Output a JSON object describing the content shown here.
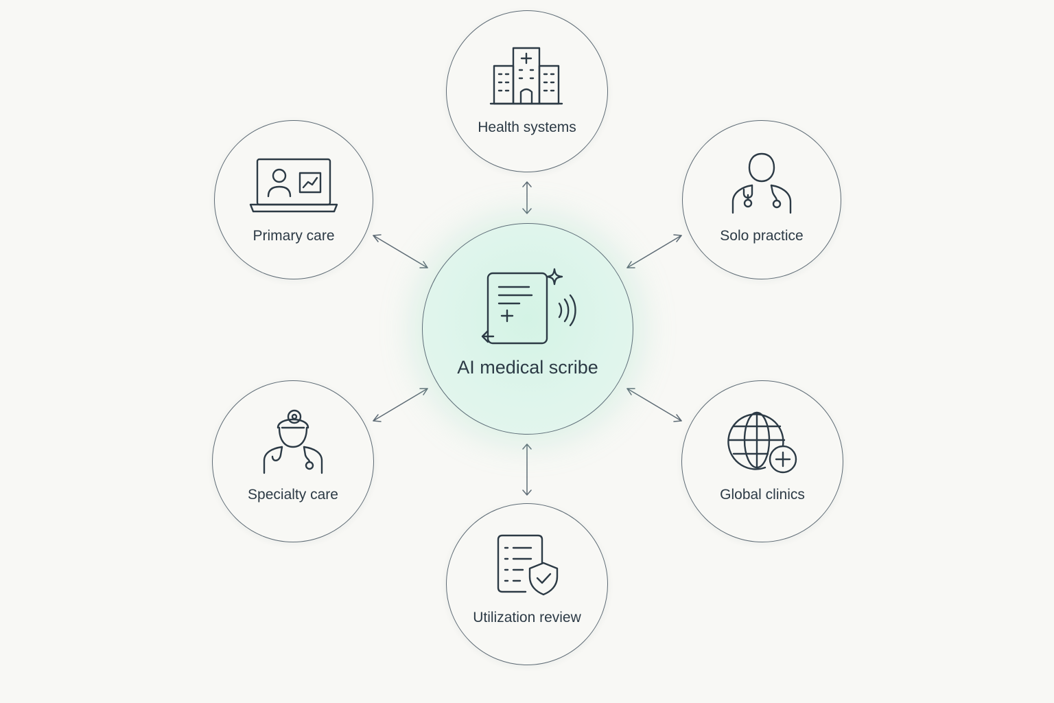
{
  "hub": {
    "label": "AI medical scribe",
    "icon": "ai-scribe-document-icon"
  },
  "segments": [
    {
      "id": "health-systems",
      "label": "Health systems",
      "icon": "hospital-icon"
    },
    {
      "id": "primary-care",
      "label": "Primary care",
      "icon": "telehealth-laptop-icon"
    },
    {
      "id": "solo-practice",
      "label": "Solo practice",
      "icon": "doctor-stethoscope-icon"
    },
    {
      "id": "specialty-care",
      "label": "Specialty care",
      "icon": "specialist-head-mirror-icon"
    },
    {
      "id": "global-clinics",
      "label": "Global clinics",
      "icon": "globe-plus-icon"
    },
    {
      "id": "utilization-review",
      "label": "Utilization review",
      "icon": "checklist-shield-icon"
    }
  ],
  "colors": {
    "background": "#f8f8f5",
    "stroke": "#2c3a45",
    "hub_fill": "#dff5ec"
  }
}
